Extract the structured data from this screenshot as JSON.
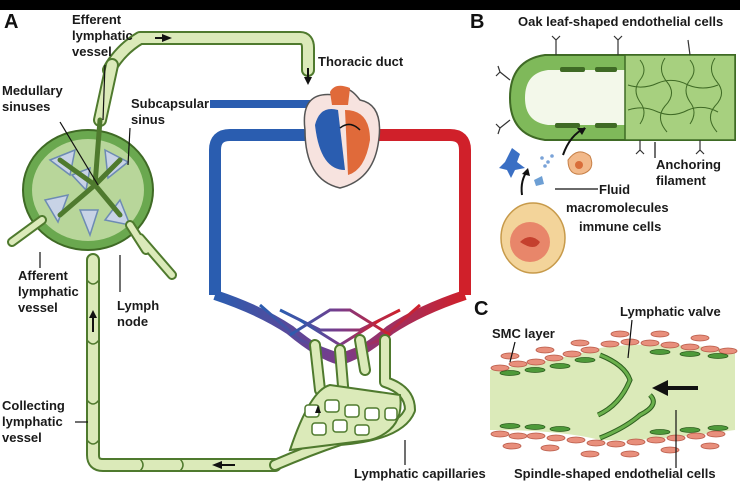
{
  "panels": {
    "a": "A",
    "b": "B",
    "c": "C"
  },
  "labels": {
    "efferent": [
      "Efferent",
      "lymphatic",
      "vessel"
    ],
    "medullary": [
      "Medullary",
      "sinuses"
    ],
    "subcapsular": [
      "Subcapsular",
      "sinus"
    ],
    "thoracic": "Thoracic duct",
    "afferent": [
      "Afferent",
      "lymphatic",
      "vessel"
    ],
    "lymph_node": [
      "Lymph",
      "node"
    ],
    "collecting": [
      "Collecting",
      "lymphatic",
      "vessel"
    ],
    "capillaries": "Lymphatic capillaries",
    "oak": "Oak leaf-shaped endothelial cells",
    "anchoring": [
      "Anchoring",
      "filament"
    ],
    "fluid": "Fluid",
    "macromolecules": "macromolecules",
    "immune": "immune cells",
    "smc": "SMC layer",
    "valve": "Lymphatic valve",
    "spindle": "Spindle-shaped endothelial cells"
  },
  "icons": {
    "close": "×"
  },
  "colors": {
    "vessel_fill": "#dbeab9",
    "vessel_stroke": "#4f7a2e",
    "node_green": "#6aa84f",
    "blood_blue": "#2a5db0",
    "blood_red": "#d0202a",
    "smc_pink": "#e88f7c"
  }
}
